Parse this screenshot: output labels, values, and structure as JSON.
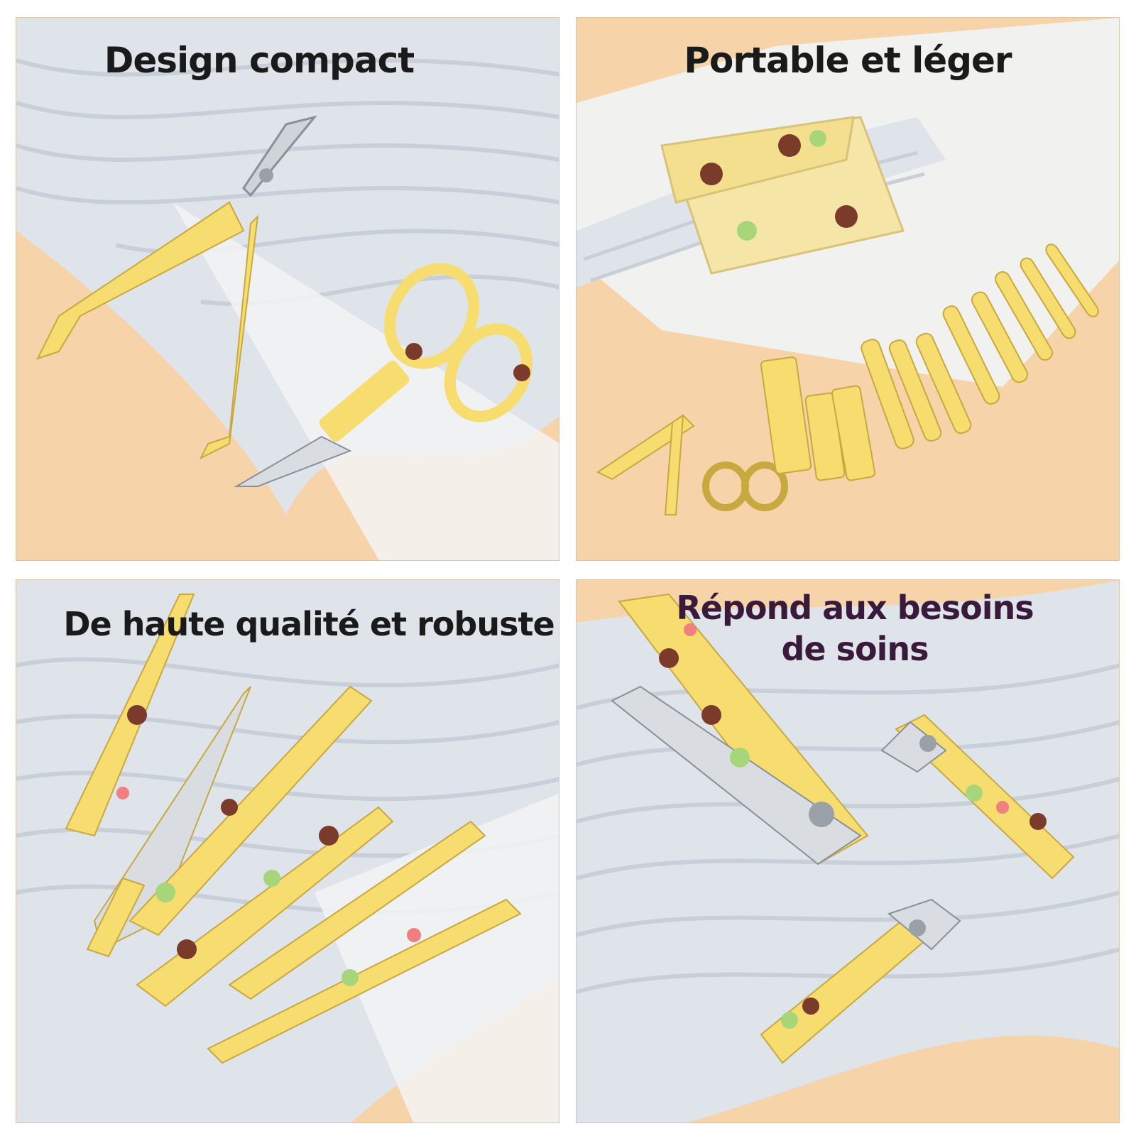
{
  "panels": [
    {
      "caption": "Design compact"
    },
    {
      "caption": "Portable et léger"
    },
    {
      "caption": "De haute qualité et robuste"
    },
    {
      "caption": "Répond aux besoins\nde soins"
    }
  ],
  "colors": {
    "background": "#f6d3a9",
    "wave": "#dfe4ea",
    "tool_yellow": "#f7dc6f",
    "metal": "#cfd4d9",
    "avocado_brown": "#7a3b2a",
    "lime_green": "#a7d67a",
    "flower_pink": "#f08080"
  }
}
